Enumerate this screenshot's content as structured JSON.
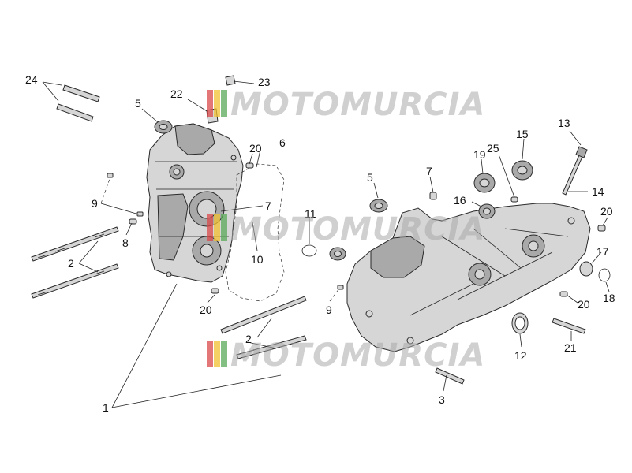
{
  "colors": {
    "part_fill": "#d6d6d6",
    "part_shadow": "#a9a9a9",
    "line": "#222222",
    "watermark_stripes": [
      "#d94848",
      "#f2c232",
      "#5aa85a"
    ]
  },
  "watermark": {
    "text": "MOTOMURCIA"
  },
  "callouts": [
    {
      "id": "c24",
      "label": "24"
    },
    {
      "id": "c23",
      "label": "23"
    },
    {
      "id": "c22",
      "label": "22"
    },
    {
      "id": "c5a",
      "label": "5"
    },
    {
      "id": "c20a",
      "label": "20"
    },
    {
      "id": "c6",
      "label": "6"
    },
    {
      "id": "c9a",
      "label": "9"
    },
    {
      "id": "c7a",
      "label": "7"
    },
    {
      "id": "c8",
      "label": "8"
    },
    {
      "id": "c11",
      "label": "11"
    },
    {
      "id": "c2a",
      "label": "2"
    },
    {
      "id": "c10",
      "label": "10"
    },
    {
      "id": "c20b",
      "label": "20"
    },
    {
      "id": "c1",
      "label": "1"
    },
    {
      "id": "c2b",
      "label": "2"
    },
    {
      "id": "c13",
      "label": "13"
    },
    {
      "id": "c25",
      "label": "25"
    },
    {
      "id": "c15",
      "label": "15"
    },
    {
      "id": "c19",
      "label": "19"
    },
    {
      "id": "c7b",
      "label": "7"
    },
    {
      "id": "c5b",
      "label": "5"
    },
    {
      "id": "c16",
      "label": "16"
    },
    {
      "id": "c14",
      "label": "14"
    },
    {
      "id": "c20c",
      "label": "20"
    },
    {
      "id": "c17",
      "label": "17"
    },
    {
      "id": "c18",
      "label": "18"
    },
    {
      "id": "c9b",
      "label": "9"
    },
    {
      "id": "c20d",
      "label": "20"
    },
    {
      "id": "c12",
      "label": "12"
    },
    {
      "id": "c21",
      "label": "21"
    },
    {
      "id": "c3",
      "label": "3"
    }
  ]
}
